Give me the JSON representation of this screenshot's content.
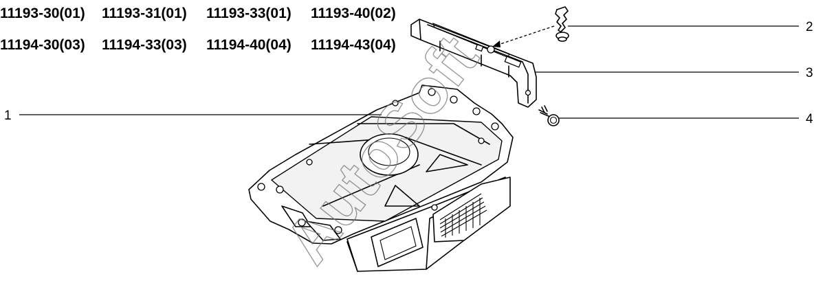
{
  "part_codes": {
    "row1": [
      "11193-30(01)",
      "11193-31(01)",
      "11193-33(01)",
      "11193-40(02)"
    ],
    "row2": [
      "11194-30(03)",
      "11194-33(03)",
      "11194-40(04)",
      "11194-43(04)"
    ]
  },
  "callouts": {
    "c1": "1",
    "c2": "2",
    "c3": "3",
    "c4": "4"
  },
  "watermark": "AutoSoft"
}
